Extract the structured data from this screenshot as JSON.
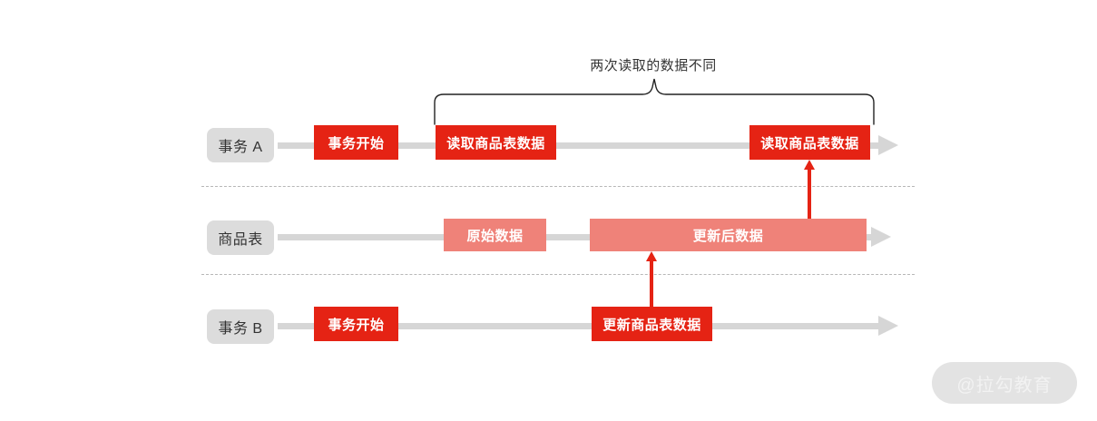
{
  "diagram": {
    "title_annotation": "两次读取的数据不同",
    "watermark": "@拉勾教育",
    "colors": {
      "strong_red": "#e52314",
      "soft_red": "#ef8279",
      "timeline_gray": "#d6d6d6",
      "label_pill_gray": "#dcdcdc",
      "dashed_gray": "#b7b7b7",
      "watermark_pill": "#e3e3e3"
    },
    "rows": [
      {
        "id": "transaction-a",
        "label": "事务 A",
        "events": [
          {
            "id": "a-begin",
            "text": "事务开始",
            "style": "red"
          },
          {
            "id": "a-read-1",
            "text": "读取商品表数据",
            "style": "red"
          },
          {
            "id": "a-read-2",
            "text": "读取商品表数据",
            "style": "red"
          }
        ]
      },
      {
        "id": "product-table",
        "label": "商品表",
        "events": [
          {
            "id": "t-original",
            "text": "原始数据",
            "style": "salmon"
          },
          {
            "id": "t-updated",
            "text": "更新后数据",
            "style": "salmon"
          }
        ]
      },
      {
        "id": "transaction-b",
        "label": "事务 B",
        "events": [
          {
            "id": "b-begin",
            "text": "事务开始",
            "style": "red"
          },
          {
            "id": "b-update",
            "text": "更新商品表数据",
            "style": "red"
          }
        ]
      }
    ]
  }
}
